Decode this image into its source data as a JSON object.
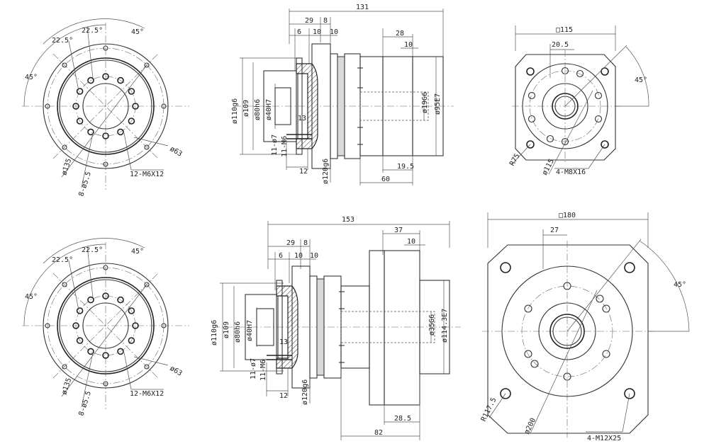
{
  "drawing": {
    "views": [
      {
        "id": "flange_front_top",
        "labels": {
          "angle_a": "22.5°",
          "angle_b": "22.5°",
          "angle_c": "45°",
          "angle_d": "45°",
          "dia_outer": "ø135",
          "holes": "8-ø5.5",
          "thread": "12-M6X12",
          "dia_inner": "ø63"
        }
      },
      {
        "id": "side_top",
        "labels": {
          "total": "131",
          "d29": "29",
          "d8": "8",
          "d6": "6",
          "d10a": "10",
          "d10b": "10",
          "d28": "28",
          "d10c": "10",
          "d110": "ø110g6",
          "d109": "ø109",
          "d80": "ø80h6",
          "d40": "ø40H7",
          "d13": "13",
          "d7": "11-ø7",
          "dm6": "11-M6",
          "d12": "12",
          "d120": "ø120g6",
          "d195": "19.5",
          "d60": "60",
          "d19": "ø19G6",
          "d95": "ø95E7"
        }
      },
      {
        "id": "square_top",
        "labels": {
          "square": "□115",
          "offset": "20.5",
          "angle": "45°",
          "radius": "R75",
          "dia": "ø115",
          "thread": "4-M8X16"
        }
      },
      {
        "id": "flange_front_bottom",
        "labels": {
          "angle_a": "22.5°",
          "angle_b": "22.5°",
          "angle_c": "45°",
          "angle_d": "45°",
          "dia_outer": "ø135",
          "holes": "8-ø5.5",
          "thread": "12-M6X12",
          "dia_inner": "ø63"
        }
      },
      {
        "id": "side_bottom",
        "labels": {
          "total": "153",
          "d29": "29",
          "d8": "8",
          "d6": "6",
          "d10a": "10",
          "d10b": "10",
          "d37": "37",
          "d10c": "10",
          "d110": "ø110g6",
          "d109": "ø109",
          "d80": "ø80h6",
          "d40": "ø40H7",
          "d13": "13",
          "d7": "11-ø7",
          "dm6": "11-M6",
          "d12": "12",
          "d120": "ø120g6",
          "d285": "28.5",
          "d82": "82",
          "d35": "ø35G6",
          "d114": "ø114.3E7"
        }
      },
      {
        "id": "square_bottom",
        "labels": {
          "square": "□180",
          "offset": "27",
          "angle": "45°",
          "radius": "R117.5",
          "dia": "ø200",
          "thread": "4-M12X25"
        }
      }
    ]
  }
}
